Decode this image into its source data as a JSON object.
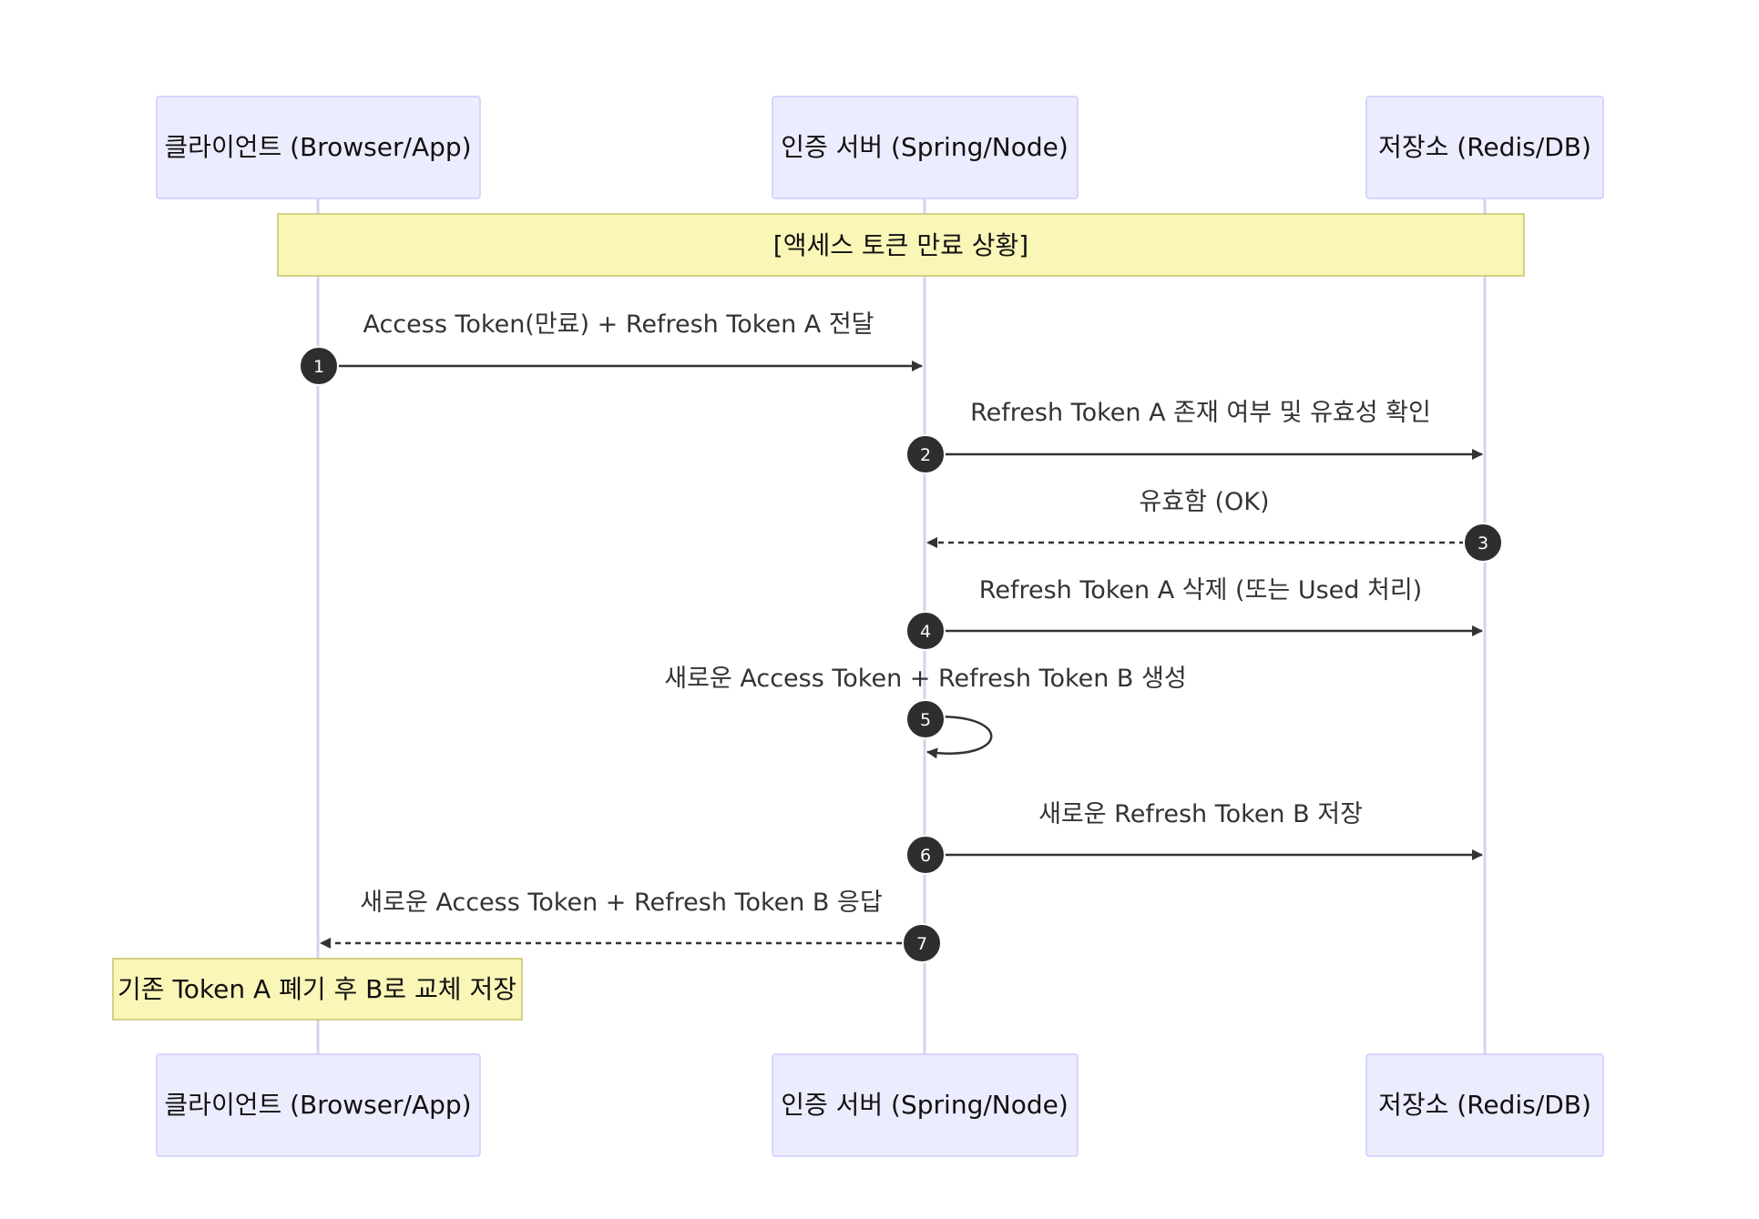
{
  "participants": [
    {
      "id": "client",
      "label": "클라이언트 (Browser/App)"
    },
    {
      "id": "auth",
      "label": "인증 서버 (Spring/Node)"
    },
    {
      "id": "store",
      "label": "저장소 (Redis/DB)"
    }
  ],
  "top_note": {
    "text": "[액세스 토큰 만료 상황]"
  },
  "messages": [
    {
      "num": "1",
      "from": "client",
      "to": "auth",
      "text": "Access Token(만료) + Refresh Token A 전달",
      "style": "solid"
    },
    {
      "num": "2",
      "from": "auth",
      "to": "store",
      "text": "Refresh Token A 존재 여부 및 유효성 확인",
      "style": "solid"
    },
    {
      "num": "3",
      "from": "store",
      "to": "auth",
      "text": "유효함 (OK)",
      "style": "dashed"
    },
    {
      "num": "4",
      "from": "auth",
      "to": "store",
      "text": "Refresh Token A 삭제 (또는 Used 처리)",
      "style": "solid"
    },
    {
      "num": "5",
      "from": "auth",
      "to": "auth",
      "text": "새로운 Access Token + Refresh Token B 생성",
      "style": "self"
    },
    {
      "num": "6",
      "from": "auth",
      "to": "store",
      "text": "새로운 Refresh Token B 저장",
      "style": "solid"
    },
    {
      "num": "7",
      "from": "auth",
      "to": "client",
      "text": "새로운 Access Token + Refresh Token B 응답",
      "style": "dashed"
    }
  ],
  "bottom_note": {
    "text": "기존 Token A 폐기 후 B로 교체 저장"
  },
  "colors": {
    "actor_fill": "#ECECFF",
    "actor_stroke": "#CCCCFF",
    "note_fill": "#FAF6B7",
    "lifeline": "#D6D3EA",
    "arrow": "#333333",
    "step_badge": "#2E2E2E"
  }
}
